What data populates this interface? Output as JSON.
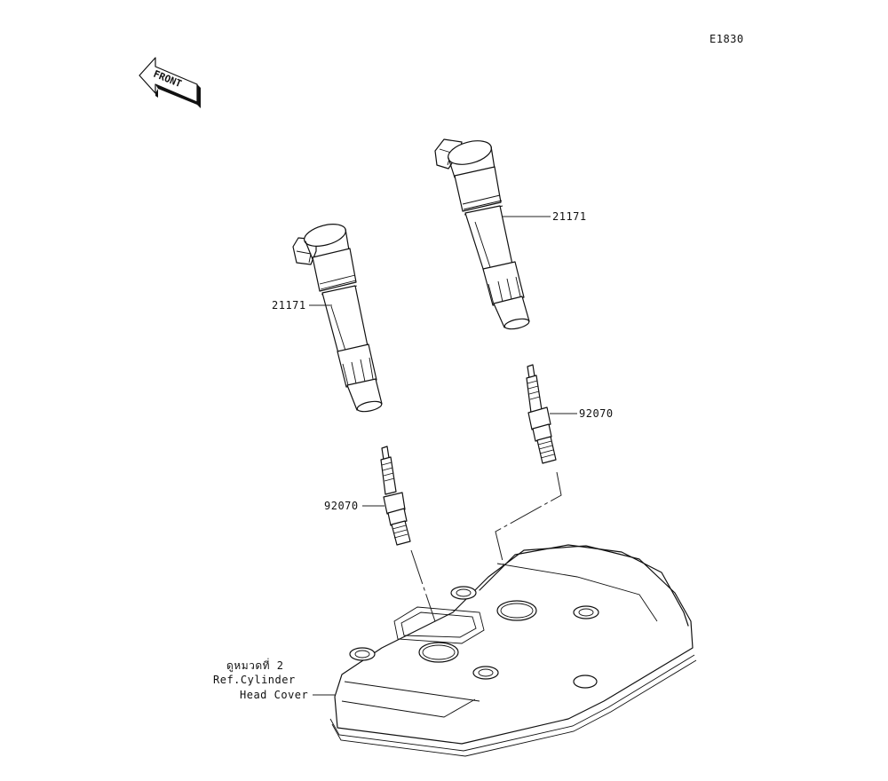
{
  "diagram": {
    "code": "E1830",
    "front_arrow_text": "FRONT",
    "parts": [
      {
        "id": "ignition-coil-rear",
        "number": "21171"
      },
      {
        "id": "ignition-coil-front",
        "number": "21171"
      },
      {
        "id": "spark-plug-rear",
        "number": "92070"
      },
      {
        "id": "spark-plug-front",
        "number": "92070"
      }
    ],
    "reference": {
      "line1": "ดูหมวดที่ 2",
      "line2": "Ref.Cylinder",
      "line3": "Head Cover"
    }
  }
}
